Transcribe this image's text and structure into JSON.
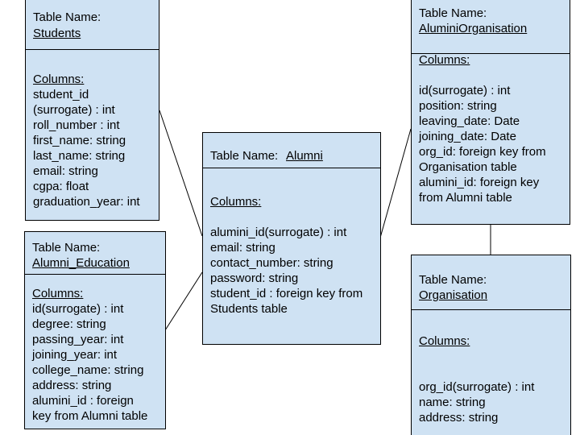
{
  "tables": {
    "students": {
      "name_prefix": "Table Name:",
      "name": "Students",
      "columns_label": "Columns:",
      "columns": [
        "student_id",
        "(surrogate) : int",
        "roll_number : int",
        "first_name: string",
        "last_name: string",
        "email: string",
        "cgpa: float",
        "graduation_year: int"
      ]
    },
    "alumni_education": {
      "name_prefix": "Table Name:",
      "name": "Alumni_Education",
      "columns_label": "Columns:",
      "columns": [
        "id(surrogate) : int",
        "degree: string",
        "passing_year: int",
        "joining_year: int",
        "college_name: string",
        "address: string",
        "alumini_id : foreign",
        "key from Alumni table"
      ]
    },
    "alumni": {
      "name_prefix": "Table Name:",
      "name": "Alumni",
      "columns_label": "Columns:",
      "columns": [
        "alumini_id(surrogate) : int",
        "email: string",
        "contact_number: string",
        "password: string",
        "student_id : foreign key from",
        "Students table"
      ]
    },
    "alumini_organisation": {
      "name_prefix": "Table Name:",
      "name": "AluminiOrganisation",
      "columns_label": "Columns:",
      "columns": [
        "id(surrogate) : int",
        "position: string",
        "leaving_date: Date",
        "joining_date: Date",
        "org_id: foreign key from",
        "Organisation table",
        "alumini_id: foreign key",
        "from Alumni table"
      ]
    },
    "organisation": {
      "name_prefix": "Table Name:",
      "name": "Organisation",
      "columns_label": "Columns:",
      "columns": [
        "org_id(surrogate) : int",
        "name: string",
        "address: string"
      ]
    }
  },
  "colors": {
    "box_fill": "#cfe2f3",
    "stroke": "#000000"
  }
}
